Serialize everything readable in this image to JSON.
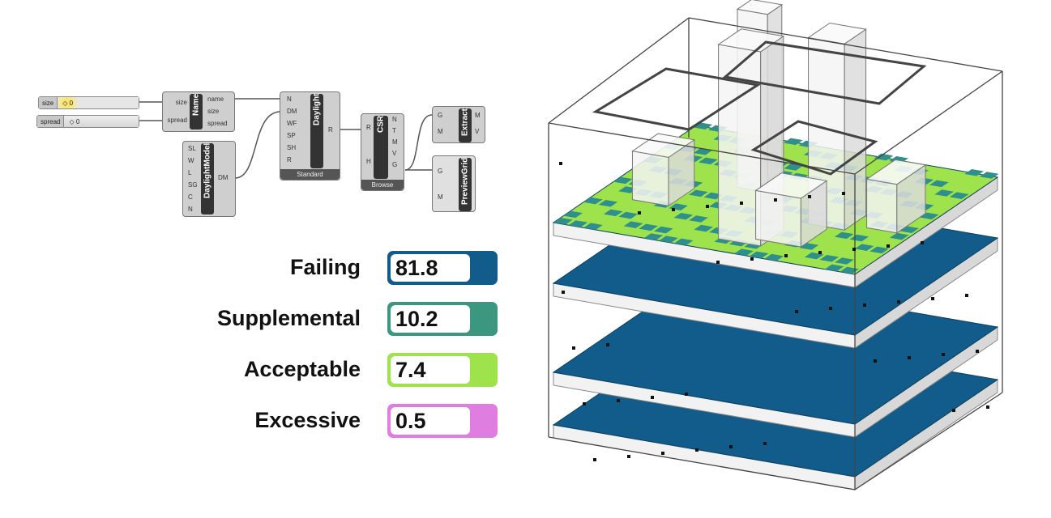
{
  "sliders": [
    {
      "label": "size",
      "value": "0"
    },
    {
      "label": "spread",
      "value": "0"
    }
  ],
  "components": {
    "name": {
      "title": "Name",
      "inputs": [
        "size",
        "spread"
      ],
      "outputs": [
        "name",
        "size",
        "spread"
      ]
    },
    "daylight_model": {
      "title": "DaylightModel",
      "inputs": [
        "SL",
        "W",
        "L",
        "SG",
        "C",
        "N"
      ],
      "outputs": [
        "DM"
      ]
    },
    "daylight": {
      "title": "Daylight",
      "inputs": [
        "N",
        "DM",
        "WF",
        "SP",
        "SH",
        "R"
      ],
      "outputs": [
        "R"
      ],
      "footer": "Standard"
    },
    "csr": {
      "title": "CSR",
      "inputs": [
        "R",
        "H"
      ],
      "outputs": [
        "N",
        "T",
        "M",
        "V",
        "G"
      ],
      "footer": "Browse"
    },
    "extract": {
      "title": "Extract",
      "inputs": [
        "G",
        "M"
      ],
      "outputs": [
        "M",
        "V"
      ]
    },
    "preview_grid": {
      "title": "PreviewGrid",
      "inputs": [
        "G",
        "M"
      ]
    }
  },
  "legend": [
    {
      "label": "Failing",
      "value": "81.8",
      "color": "#115c8a"
    },
    {
      "label": "Supplemental",
      "value": "10.2",
      "color": "#3c9780"
    },
    {
      "label": "Acceptable",
      "value": "7.4",
      "color": "#9ee34c"
    },
    {
      "label": "Excessive",
      "value": "0.5",
      "color": "#e07de0"
    }
  ]
}
